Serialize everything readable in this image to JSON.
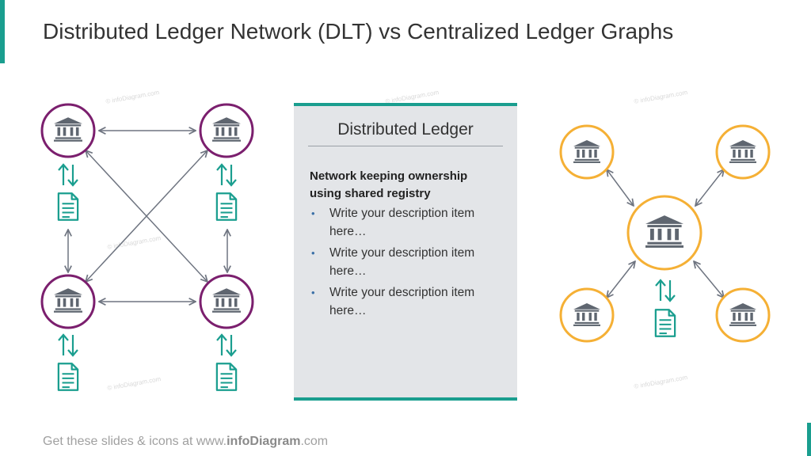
{
  "title": "Distributed Ledger Network (DLT) vs Centralized Ledger Graphs",
  "watermark": "© infoDiagram.com",
  "panel": {
    "title": "Distributed Ledger",
    "heading": "Network keeping ownership using shared registry",
    "bullet_glyph": "•",
    "items": [
      "Write your description item here…",
      "Write your description item here…",
      "Write your description item here…"
    ]
  },
  "footer": {
    "prefix": "Get these slides  & icons  at www.",
    "brand": "infoDiagram",
    "suffix": ".com"
  },
  "icons": {
    "node": "bank-building-icon",
    "document": "document-icon",
    "exchange": "up-down-arrows-icon"
  },
  "colors": {
    "distributed_node": "#7b1f6e",
    "central_node": "#f5b035",
    "icon": "#5f6670",
    "accent": "#1a9e8f",
    "connector": "#6e7480"
  }
}
